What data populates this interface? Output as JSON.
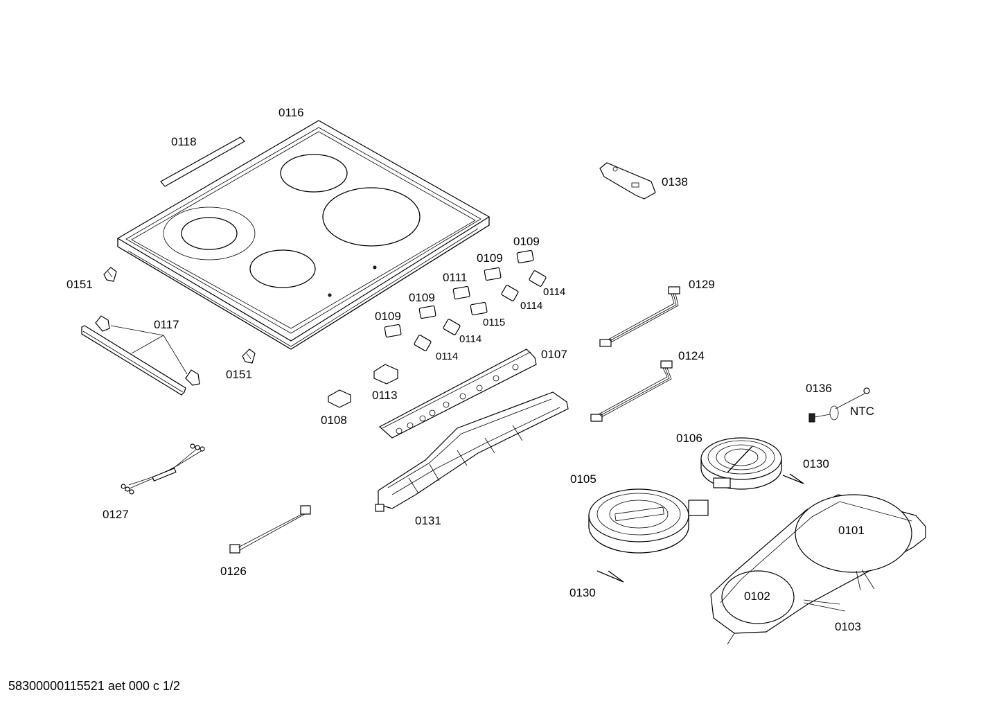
{
  "labels": {
    "p0116": "0116",
    "p0118": "0118",
    "p0138": "0138",
    "p0151a": "0151",
    "p0151b": "0151",
    "p0117": "0117",
    "p0109a": "0109",
    "p0109b": "0109",
    "p0109c": "0109",
    "p0109d": "0109",
    "p0111": "0111",
    "p0114a": "0114",
    "p0114b": "0114",
    "p0114c": "0114",
    "p0114d": "0114",
    "p0115": "0115",
    "p0129": "0129",
    "p0107": "0107",
    "p0124": "0124",
    "p0113": "0113",
    "p0108": "0108",
    "p0136": "0136",
    "ntc": "NTC",
    "p0106": "0106",
    "p0130a": "0130",
    "p0130b": "0130",
    "p0105": "0105",
    "p0127": "0127",
    "p0131": "0131",
    "p0101": "0101",
    "p0126": "0126",
    "p0102": "0102",
    "p0103": "0103"
  },
  "footer_text": "58300000115521 aet 000 c 1/2"
}
